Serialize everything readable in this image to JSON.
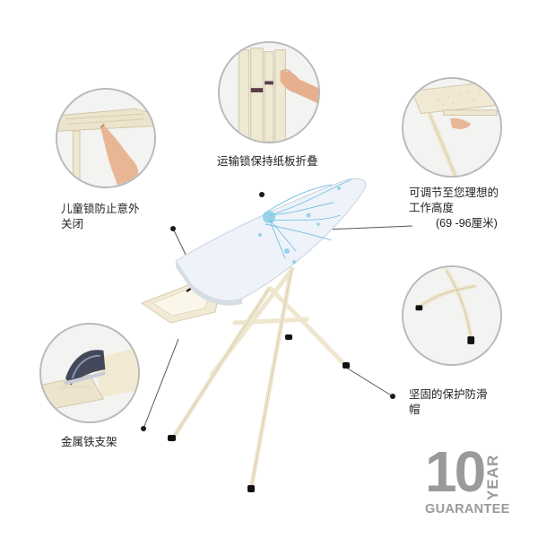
{
  "callouts": {
    "transport_lock": "运输锁保持纸板折叠",
    "child_lock_line1": "儿童锁防止意外",
    "child_lock_line2": "关闭",
    "height_line1": "可调节至您理想的",
    "height_line2": "工作高度",
    "height_line3": "(69 -96厘米)",
    "feet_line1": "坚固的保护防滑",
    "feet_line2": "帽",
    "iron_rest": "金属铁支架"
  },
  "badge": {
    "number": "10",
    "year": "YEAR",
    "guarantee": "GUARANTEE"
  },
  "colors": {
    "frame": "#f1ead6",
    "board_cover": "#eef3f8",
    "print_blue": "#5fb6df",
    "feet": "#111111",
    "circle_border": "#b9b9b9",
    "badge_gray": "#9a9a9a"
  }
}
